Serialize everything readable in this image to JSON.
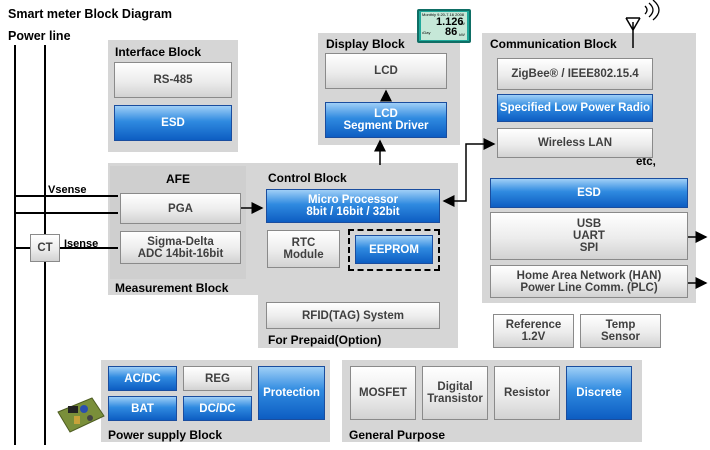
{
  "title": "Smart meter Block Diagram",
  "power_line": "Power line",
  "vsense": "Vsense",
  "isense": "Isense",
  "ct": "CT",
  "etc": "etc,",
  "interface": {
    "title": "Interface Block",
    "rs485": "RS-485",
    "esd": "ESD"
  },
  "display": {
    "title": "Display Block",
    "lcd": "LCD",
    "driver_l1": "LCD",
    "driver_l2": "Segment Driver",
    "screen": {
      "line1": "Monthly 9.20-7.16 2008",
      "value1": "1.126",
      "unit1": "kW",
      "label2": "•Day",
      "value2": "86",
      "unit2": "kW"
    }
  },
  "comm": {
    "title": "Communication Block",
    "zigbee": "ZigBee® / IEEE802.15.4",
    "lowpower": "Specified Low Power Radio",
    "wlan": "Wireless LAN",
    "esd": "ESD",
    "usb": "USB",
    "uart": "UART",
    "spi": "SPI",
    "han_l1": "Home Area Network (HAN)",
    "han_l2": "Power Line Comm. (PLC)"
  },
  "afe": {
    "title": "AFE",
    "pga": "PGA",
    "adc_l1": "Sigma-Delta",
    "adc_l2": "ADC 14bit-16bit",
    "meas": "Measurement Block"
  },
  "control": {
    "title": "Control Block",
    "mp_l1": "Micro Processor",
    "mp_l2": "8bit / 16bit / 32bit",
    "rtc_l1": "RTC",
    "rtc_l2": "Module",
    "eeprom": "EEPROM"
  },
  "prepaid": {
    "rfid": "RFID(TAG) System",
    "label": "For Prepaid(Option)"
  },
  "ref": {
    "l1": "Reference",
    "l2": "1.2V"
  },
  "temp": {
    "l1": "Temp",
    "l2": "Sensor"
  },
  "power": {
    "title": "Power supply Block",
    "acdc": "AC/DC",
    "reg": "REG",
    "protection": "Protection",
    "bat": "BAT",
    "dcdc": "DC/DC"
  },
  "general": {
    "title": "General Purpose",
    "mosfet": "MOSFET",
    "dt_l1": "Digital",
    "dt_l2": "Transistor",
    "resistor": "Resistor",
    "discrete": "Discrete"
  }
}
